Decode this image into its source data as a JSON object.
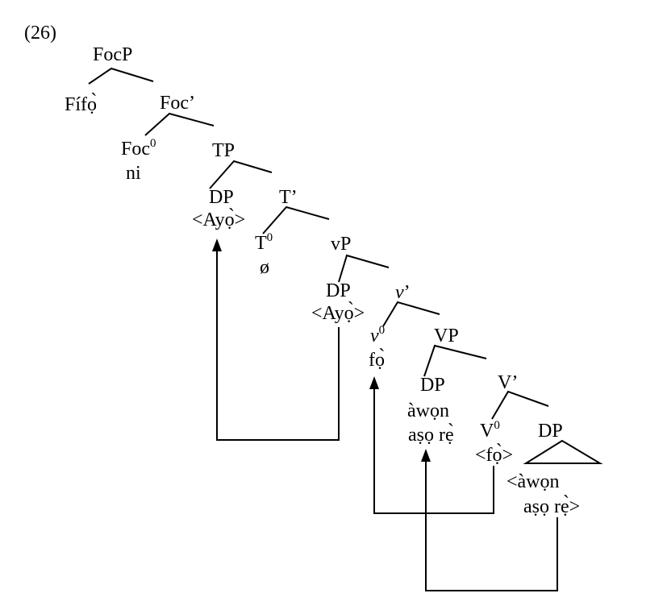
{
  "example_number": "(26)",
  "nodes": {
    "focp": "FocP",
    "fifo": "Fífọ̀",
    "foc_bar": "Foc’",
    "foc0": "Foc",
    "foc0_sup": "0",
    "ni": "ni",
    "tp": "TP",
    "dp_spec_tp": "DP",
    "ayo_copy_tp": "<Ayọ̀>",
    "t_bar": "T’",
    "t0": "T",
    "t0_sup": "0",
    "null_t": "ø",
    "vp_little": "vP",
    "dp_spec_vp": "DP",
    "ayo_copy_vp": "<Ayọ̀>",
    "v_bar_little": "v",
    "v_bar_little_prime": "’",
    "v0_little": "v",
    "v0_little_sup": "0",
    "fo_v": "fọ̀",
    "vp_big": "VP",
    "dp_spec_big_vp": "DP",
    "awon": "àwọn",
    "aso_re": "aṣọ rẹ̀",
    "v_bar_big": "V’",
    "v0_big": "V",
    "v0_big_sup": "0",
    "fo_copy": "<fọ̀>",
    "dp_complement": "DP",
    "awon_copy": "<àwọn",
    "aso_re_copy": "aṣọ rẹ̀>"
  }
}
